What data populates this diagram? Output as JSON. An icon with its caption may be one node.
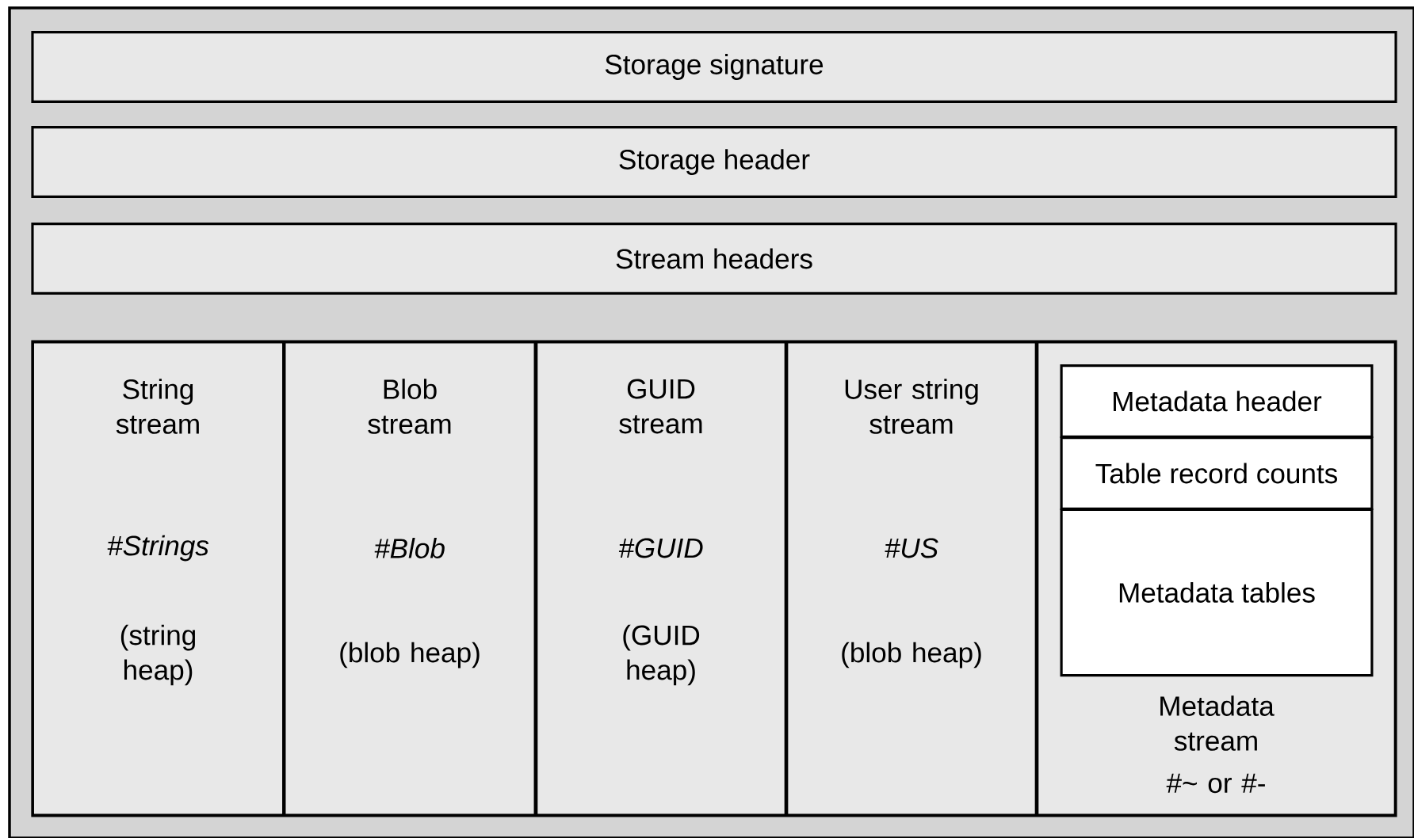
{
  "diagram": {
    "nodes": [
      {
        "text": [
          "Storage signature"
        ]
      },
      {
        "text": [
          "Storage header"
        ]
      },
      {
        "text": [
          "Stream headers"
        ]
      },
      {
        "text": [
          "String stream",
          "#Strings",
          "(string heap)"
        ]
      },
      {
        "text": [
          "Blob stream",
          "#Blob",
          "(blob heap)"
        ]
      },
      {
        "text": [
          "GUID stream",
          "#GUID",
          "(GUID heap)"
        ]
      },
      {
        "text": [
          "User string stream",
          "#US",
          "(blob heap)"
        ]
      },
      {
        "text": [
          "Metadata stream",
          "#~ or #-"
        ]
      },
      {
        "text": [
          "Metadata header"
        ],
        "in": 7
      },
      {
        "text": [
          "Table record counts"
        ],
        "in": 7
      },
      {
        "text": [
          "Metadata tables"
        ],
        "in": 7
      }
    ],
    "edges": []
  }
}
